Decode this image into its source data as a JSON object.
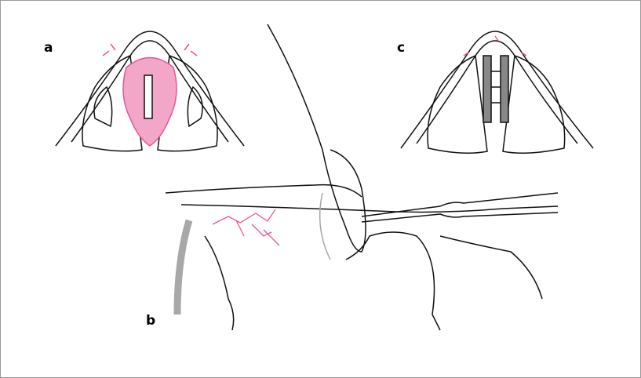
{
  "panels": {
    "a": {
      "label": "a"
    },
    "b": {
      "label": "b"
    },
    "c": {
      "label": "c"
    }
  },
  "colors": {
    "highlight": "#e6559a",
    "highlight_fill": "#f2a6c8",
    "gray_tissue": "#a8a8a8",
    "line": "#111111"
  }
}
